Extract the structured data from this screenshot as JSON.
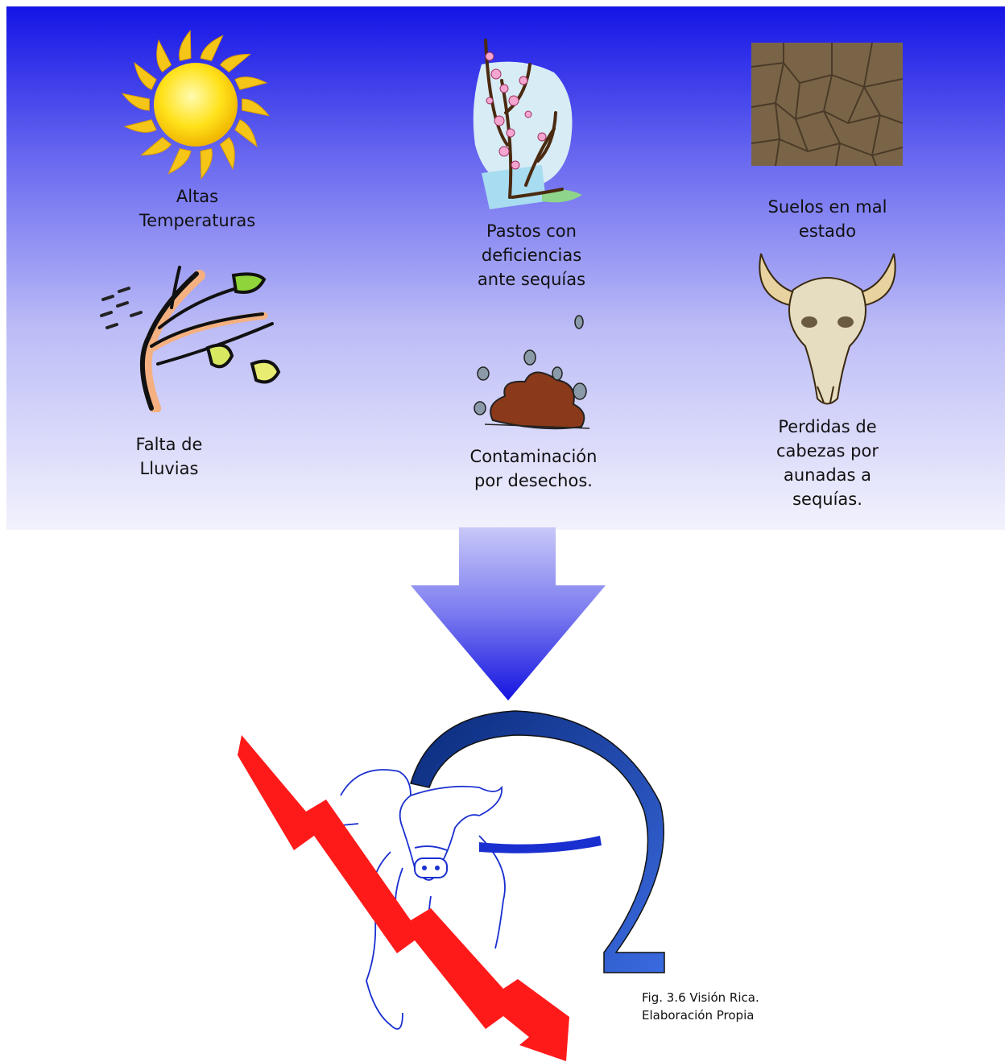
{
  "factors": {
    "altas_temperaturas": "Altas\nTemperaturas",
    "falta_lluvias": "Falta de\nLluvias",
    "pastos": "Pastos con\ndeficiencias\nante sequías",
    "contaminacion": "Contaminación\npor desechos.",
    "suelos": "Suelos en mal\nestado",
    "perdidas": "Perdidas de\ncabezas por\naunadas a\nsequías."
  },
  "caption": "Fig. 3.6 Visión Rica.\nElaboración Propia",
  "colors": {
    "panel_top": "#1414e6",
    "arrow": "#4a4ae8",
    "decline_arrow": "#ff1a1a",
    "cow_line": "#1a2fd0"
  }
}
